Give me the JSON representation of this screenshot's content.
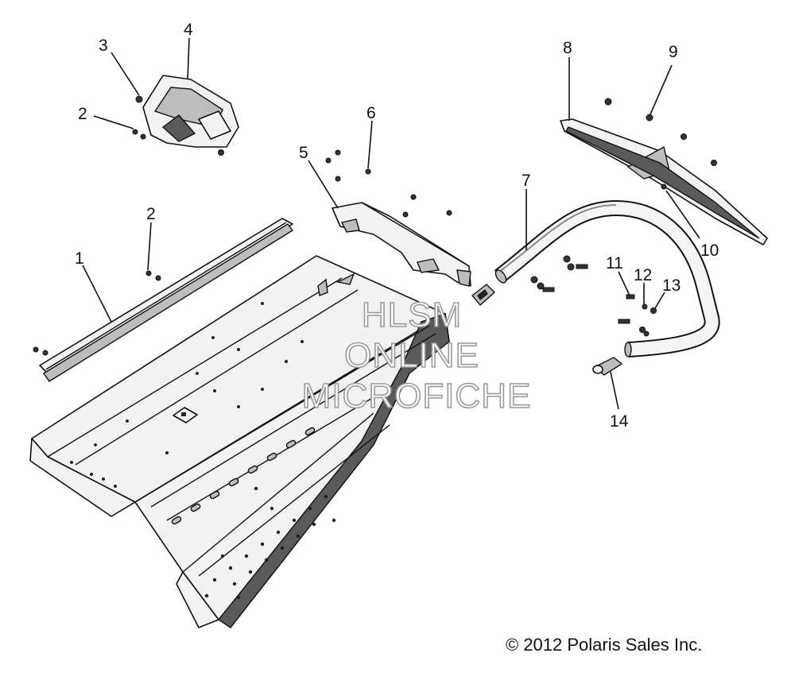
{
  "callouts": {
    "c1": "1",
    "c2a": "2",
    "c2b": "2",
    "c3": "3",
    "c4": "4",
    "c5": "5",
    "c6": "6",
    "c7": "7",
    "c8": "8",
    "c9": "9",
    "c10": "10",
    "c11": "11",
    "c12": "12",
    "c13": "13",
    "c14": "14"
  },
  "watermark": {
    "line1": "HLSM",
    "line2": "ONLINE",
    "line3": "MICROFICHE"
  },
  "copyright": "© 2012 Polaris Sales Inc."
}
